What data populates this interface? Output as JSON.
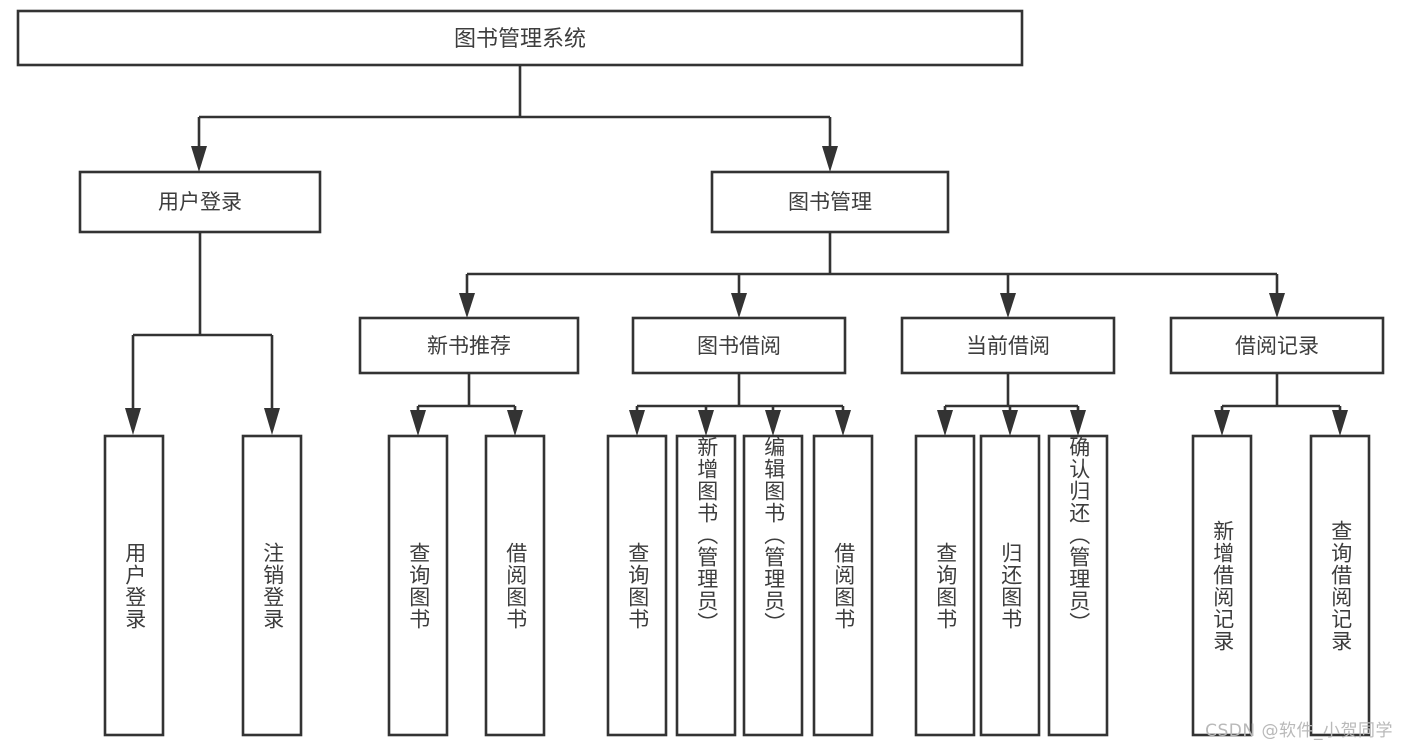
{
  "diagram": {
    "type": "hierarchy-tree",
    "title": "图书管理系统",
    "orientation": "top-down",
    "colors": {
      "box_fill": "#ffffff",
      "box_stroke": "#333333",
      "text": "#3d3d3d",
      "watermark": "#b9b9b9",
      "background": "#ffffff"
    },
    "root": {
      "label": "图书管理系统"
    },
    "level2": [
      {
        "label": "用户登录"
      },
      {
        "label": "图书管理"
      }
    ],
    "level3": [
      {
        "label": "新书推荐"
      },
      {
        "label": "图书借阅"
      },
      {
        "label": "当前借阅"
      },
      {
        "label": "借阅记录"
      }
    ],
    "leaves": {
      "user_login": [
        {
          "label": "用户登录"
        },
        {
          "label": "注销登录"
        }
      ],
      "new_book_recommend": [
        {
          "label": "查询图书"
        },
        {
          "label": "借阅图书"
        }
      ],
      "book_borrow": [
        {
          "label": "查询图书"
        },
        {
          "label": "新增图书（管理员）"
        },
        {
          "label": "编辑图书（管理员）"
        },
        {
          "label": "借阅图书"
        }
      ],
      "current_borrow": [
        {
          "label": "查询图书"
        },
        {
          "label": "归还图书"
        },
        {
          "label": "确认归还（管理员）"
        }
      ],
      "borrow_record": [
        {
          "label": "新增借阅记录"
        },
        {
          "label": "查询借阅记录"
        }
      ]
    }
  },
  "watermark": {
    "text": "CSDN @软件_小贺同学"
  }
}
